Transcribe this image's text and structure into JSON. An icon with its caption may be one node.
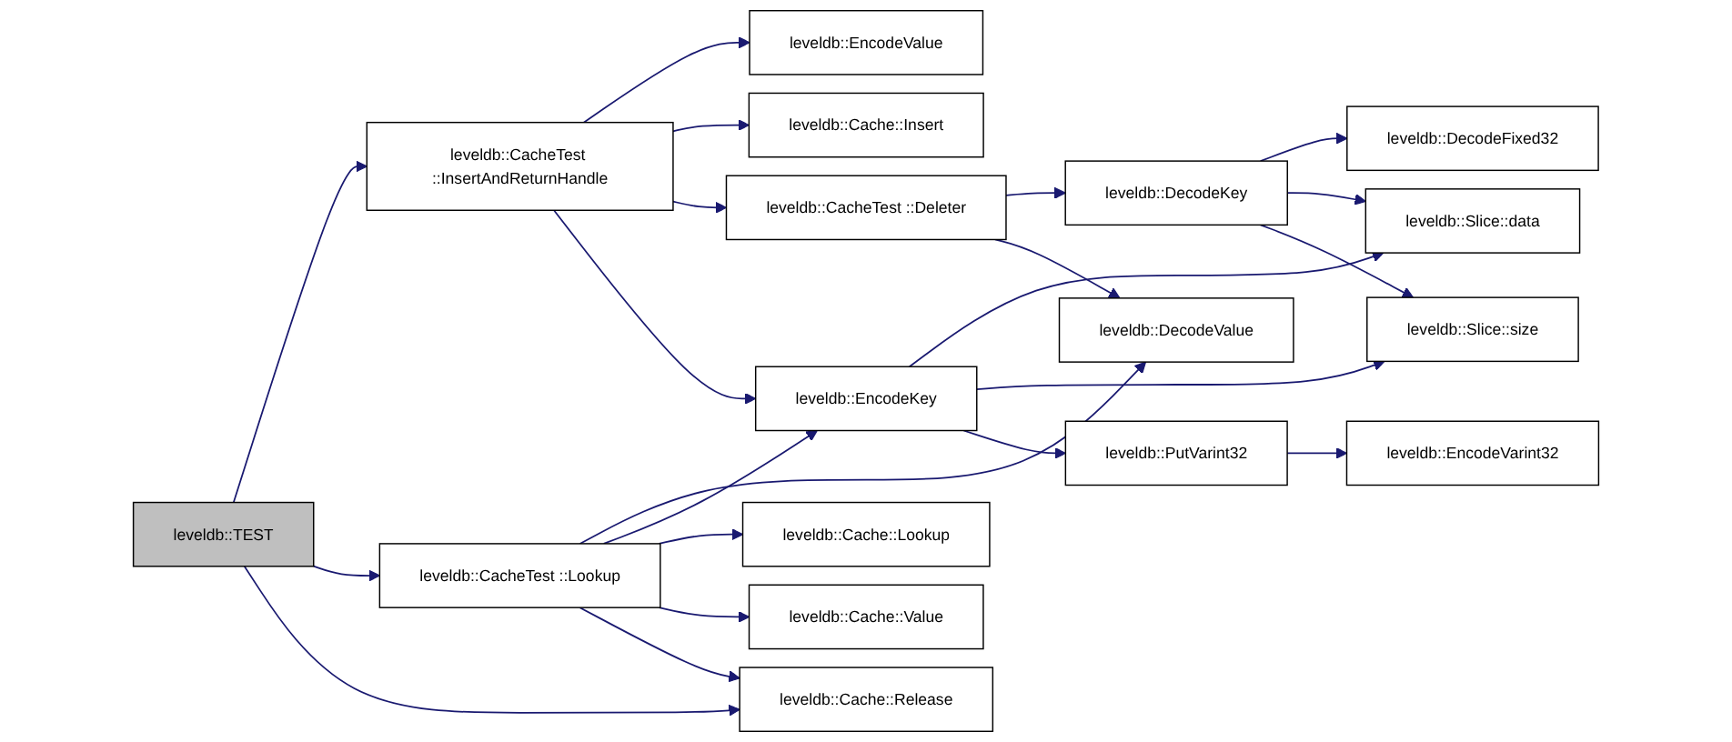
{
  "diagram": {
    "nodes": [
      {
        "text": [
          "leveldb::TEST"
        ]
      },
      {
        "text": [
          "leveldb::CacheTest ::InsertAndReturnHandle"
        ]
      },
      {
        "text": [
          "leveldb::CacheTest ::Lookup"
        ]
      },
      {
        "text": [
          "leveldb::EncodeValue"
        ]
      },
      {
        "text": [
          "leveldb::Cache::Insert"
        ]
      },
      {
        "text": [
          "leveldb::CacheTest ::Deleter"
        ]
      },
      {
        "text": [
          "leveldb::EncodeKey"
        ]
      },
      {
        "text": [
          "leveldb::DecodeValue"
        ]
      },
      {
        "text": [
          "leveldb::Cache::Lookup"
        ]
      },
      {
        "text": [
          "leveldb::Cache::Value"
        ]
      },
      {
        "text": [
          "leveldb::Cache::Release"
        ]
      },
      {
        "text": [
          "leveldb::DecodeKey"
        ]
      },
      {
        "text": [
          "leveldb::PutVarint32"
        ]
      },
      {
        "text": [
          "leveldb::DecodeFixed32"
        ]
      },
      {
        "text": [
          "leveldb::Slice::data"
        ]
      },
      {
        "text": [
          "leveldb::Slice::size"
        ]
      },
      {
        "text": [
          "leveldb::EncodeVarint32"
        ]
      }
    ],
    "edges": [
      {
        "from": 0,
        "to": 1,
        "arrow": "to"
      },
      {
        "from": 0,
        "to": 2,
        "arrow": "to"
      },
      {
        "from": 0,
        "to": 10,
        "arrow": "to"
      },
      {
        "from": 1,
        "to": 3,
        "arrow": "to"
      },
      {
        "from": 1,
        "to": 4,
        "arrow": "to"
      },
      {
        "from": 1,
        "to": 5,
        "arrow": "to"
      },
      {
        "from": 1,
        "to": 6,
        "arrow": "to"
      },
      {
        "from": 5,
        "to": 11,
        "arrow": "to"
      },
      {
        "from": 5,
        "to": 7,
        "arrow": "to"
      },
      {
        "from": 11,
        "to": 13,
        "arrow": "to"
      },
      {
        "from": 11,
        "to": 14,
        "arrow": "to"
      },
      {
        "from": 11,
        "to": 15,
        "arrow": "to"
      },
      {
        "from": 2,
        "to": 7,
        "arrow": "to"
      },
      {
        "from": 2,
        "to": 6,
        "arrow": "to"
      },
      {
        "from": 2,
        "to": 8,
        "arrow": "to"
      },
      {
        "from": 2,
        "to": 9,
        "arrow": "to"
      },
      {
        "from": 2,
        "to": 10,
        "arrow": "to"
      },
      {
        "from": 6,
        "to": 14,
        "arrow": "to"
      },
      {
        "from": 6,
        "to": 15,
        "arrow": "to"
      },
      {
        "from": 6,
        "to": 12,
        "arrow": "to"
      },
      {
        "from": 12,
        "to": 16,
        "arrow": "to"
      }
    ]
  }
}
